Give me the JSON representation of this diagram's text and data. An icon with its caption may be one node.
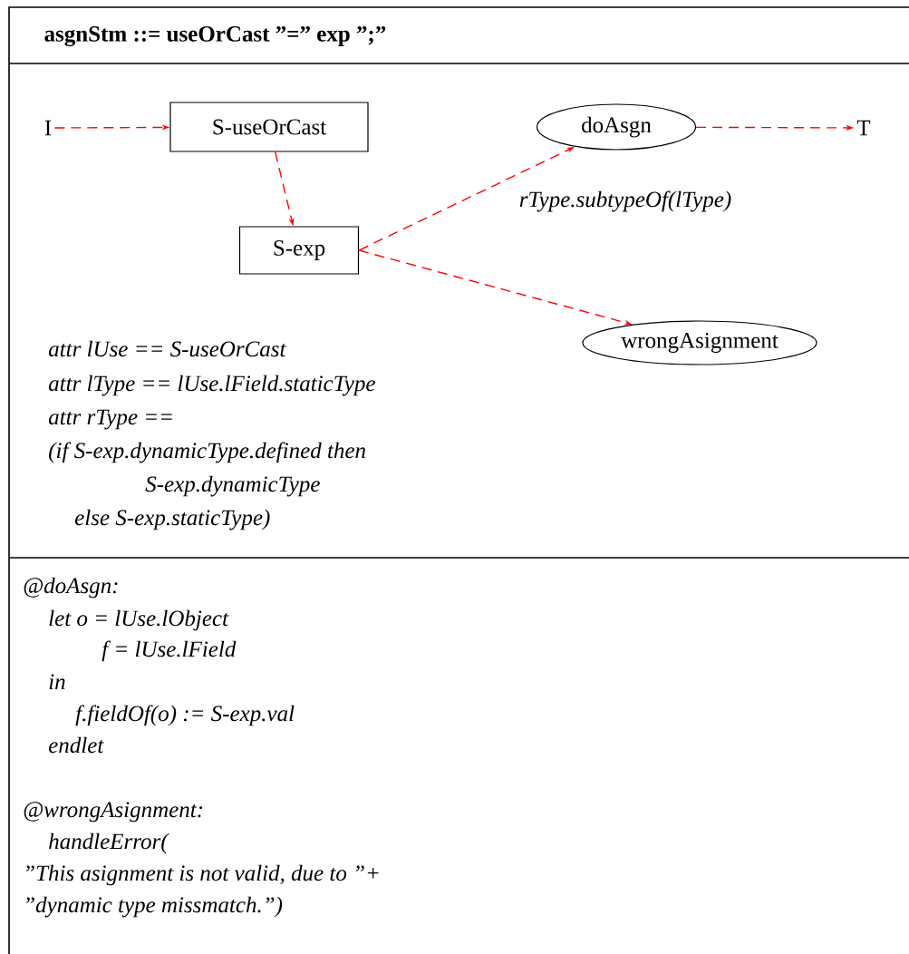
{
  "diagram": {
    "title": "asgnStm ::= useOrCast ”=” exp ”;”",
    "nodes": [
      {
        "text": [
          "I"
        ]
      },
      {
        "text": [
          "S-useOrCast"
        ]
      },
      {
        "text": [
          "S-exp"
        ]
      },
      {
        "text": [
          "doAsgn"
        ]
      },
      {
        "text": [
          "T"
        ]
      },
      {
        "text": [
          "wrongAsignment"
        ]
      }
    ],
    "edges": [
      {
        "from": 0,
        "to": 1,
        "arrow": "to",
        "style": "dashed",
        "color": "#ff0000"
      },
      {
        "from": 1,
        "to": 2,
        "arrow": "to",
        "style": "dashed",
        "color": "#ff0000"
      },
      {
        "from": 2,
        "to": 3,
        "arrow": "to",
        "label": "rType.subtypeOf(lType)",
        "style": "dashed",
        "color": "#ff0000"
      },
      {
        "from": 3,
        "to": 4,
        "arrow": "to",
        "style": "dashed",
        "color": "#ff0000"
      },
      {
        "from": 2,
        "to": 5,
        "arrow": "to",
        "style": "dashed",
        "color": "#ff0000"
      }
    ],
    "labels": [
      "attr lUse == S-useOrCast",
      "attr lType == lUse.lField.staticType",
      "attr rType ==",
      "(if S-exp.dynamicType.defined then",
      "S-exp.dynamicType",
      "else S-exp.staticType)",
      "@doAsgn:",
      "let o = lUse.lObject",
      "f = lUse.lField",
      "in",
      "f.fieldOf(o) := S-exp.val",
      "endlet",
      "@wrongAsignment:",
      "handleError(",
      "”This asignment is not valid, due to ”+",
      "”dynamic type missmatch.”)"
    ]
  }
}
